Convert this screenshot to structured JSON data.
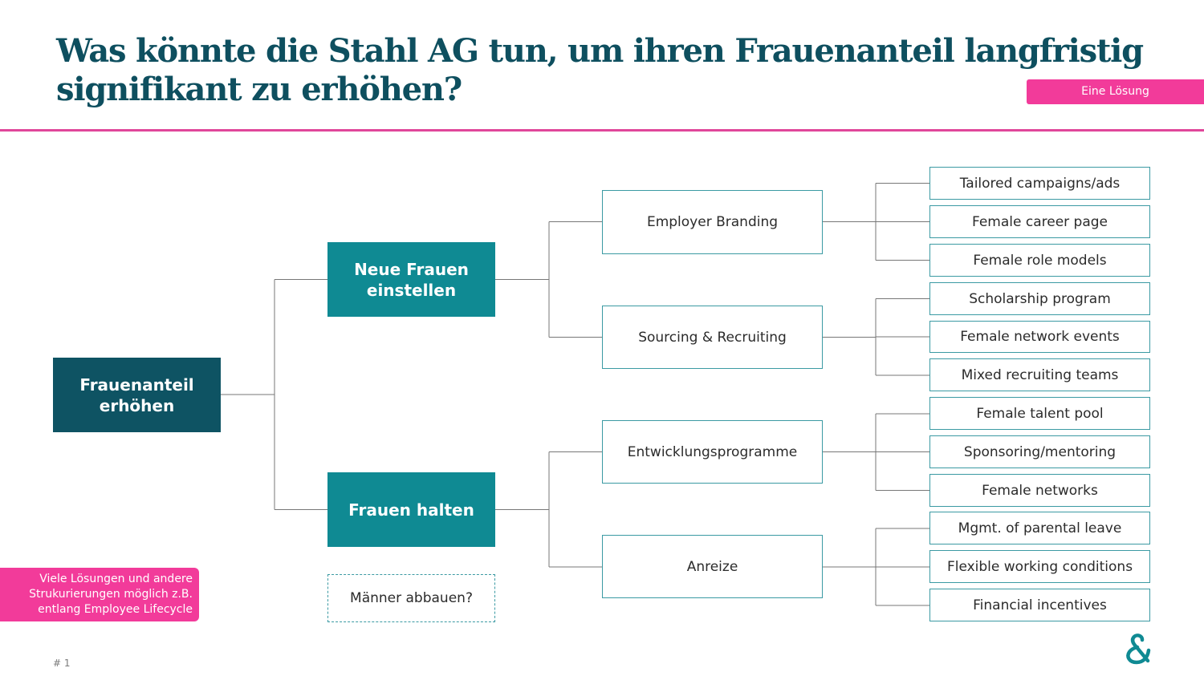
{
  "title": {
    "line1": "Was könnte die Stahl AG tun, um ihren Frauenanteil langfristig",
    "line2": "signifikant zu erhöhen?"
  },
  "tag": {
    "label": "Eine Lösung"
  },
  "tree": {
    "root": {
      "line1": "Frauenanteil",
      "line2": "erhöhen"
    },
    "level1": [
      {
        "line1": "Neue Frauen",
        "line2": "einstellen"
      },
      {
        "label": "Frauen halten"
      }
    ],
    "alternative": {
      "label": "Männer abbauen?"
    },
    "level2": [
      {
        "label": "Employer Branding"
      },
      {
        "label": "Sourcing & Recruiting"
      },
      {
        "label": "Entwicklungsprogramme"
      },
      {
        "label": "Anreize"
      }
    ],
    "leaves": [
      "Tailored campaigns/ads",
      "Female career page",
      "Female role models",
      "Scholarship program",
      "Female network events",
      "Mixed recruiting teams",
      "Female talent pool",
      "Sponsoring/mentoring",
      "Female networks",
      "Mgmt. of parental leave",
      "Flexible working conditions",
      "Financial incentives"
    ]
  },
  "note": {
    "line1": "Viele Lösungen und andere",
    "line2": "Strukurierungen möglich z.B.",
    "line3": "entlang Employee Lifecycle"
  },
  "footer": {
    "page_number": "# 1"
  },
  "logo": {
    "icon": "ampersand-logo-icon"
  },
  "colors": {
    "title": "#0e4f5f",
    "accent_pink": "#f23b9a",
    "root_box": "#0e5363",
    "level1_box": "#0f8a93",
    "box_border": "#3b9aa3",
    "connector": "#777777"
  }
}
